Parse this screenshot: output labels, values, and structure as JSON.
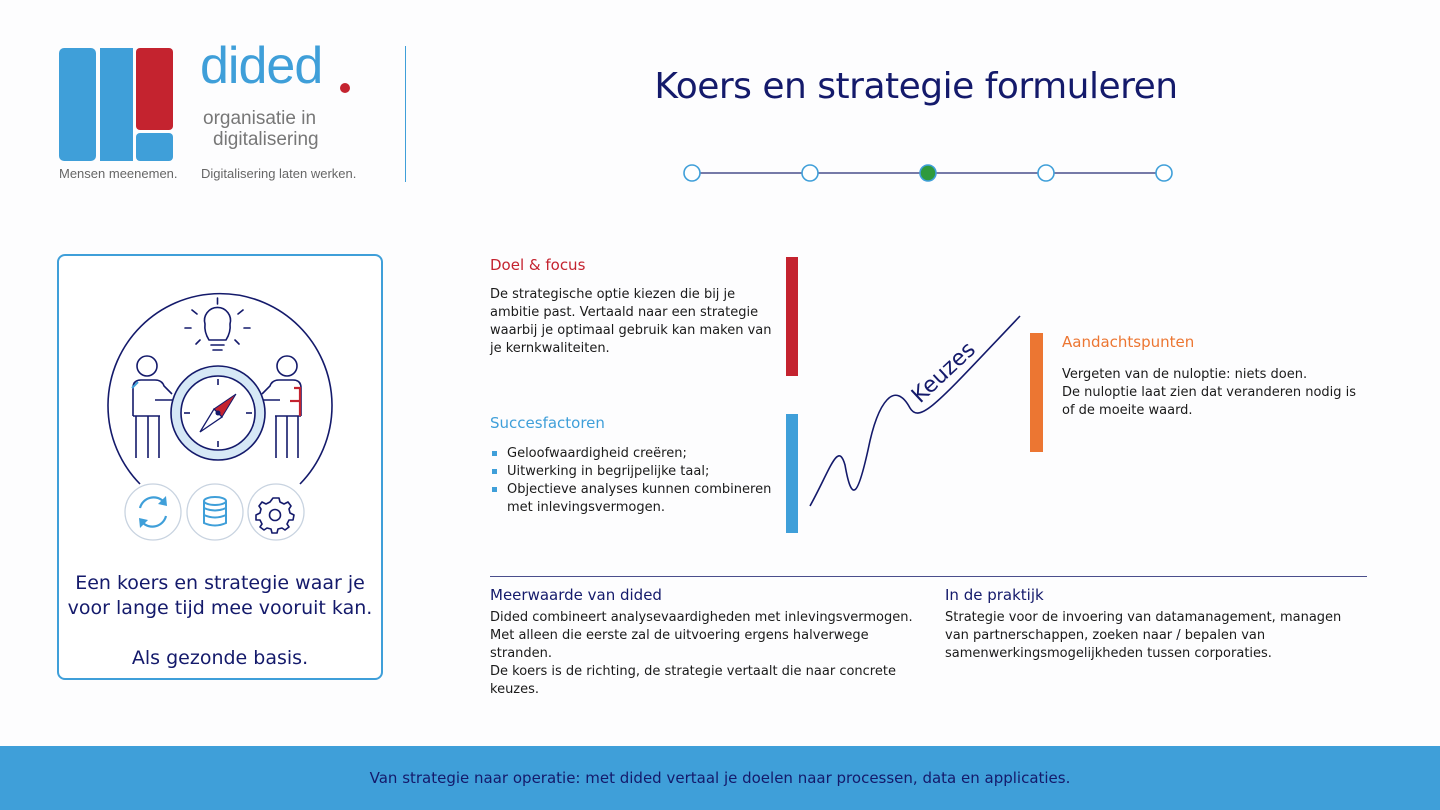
{
  "logo": {
    "wordmark": "dided",
    "subtitle_line1": "organisatie in",
    "subtitle_line2": "digitalisering",
    "tagline_left": "Mensen meenemen.",
    "tagline_right": "Digitalisering laten werken.",
    "colors": {
      "blue": "#3f9fd9",
      "red": "#c4232f"
    }
  },
  "header": {
    "title": "Koers en strategie formuleren"
  },
  "stepper": {
    "total_steps": 5,
    "active_step": 3,
    "active_color": "#2e9a3c",
    "line_color": "#4a4e8c"
  },
  "card": {
    "icons": [
      "lightbulb-icon",
      "compass-icon",
      "person-icon",
      "refresh-icon",
      "database-icon",
      "gear-icon"
    ],
    "text_line1": "Een koers en strategie waar je voor lange tijd mee vooruit kan.",
    "text_line2": "Als gezonde basis."
  },
  "sections": {
    "doel": {
      "title": "Doel & focus",
      "body": "De strategische optie kiezen die bij je ambitie past. Vertaald naar een strategie waarbij je optimaal gebruik kan maken van je kernkwaliteiten.",
      "color": "#c4232f"
    },
    "succes": {
      "title": "Succesfactoren",
      "items": [
        "Geloofwaardigheid creëren;",
        "Uitwerking in begrijpelijke taal;",
        "Objectieve analyses kunnen combineren met inlevingsvermogen."
      ],
      "color": "#3f9fd9"
    },
    "keuzes": {
      "label": "Keuzes"
    },
    "aandacht": {
      "title": "Aandachtspunten",
      "body_line1": "Vergeten van de nuloptie: niets doen.",
      "body_line2": "De nuloptie laat zien dat veranderen nodig is of de moeite waard.",
      "color": "#ec7632"
    },
    "meerwaarde": {
      "title": "Meerwaarde van dided",
      "body_line1": "Dided combineert analysevaardigheden met inlevingsvermogen. Met alleen die eerste zal de uitvoering ergens halverwege stranden.",
      "body_line2": "De koers is de richting, de strategie vertaalt die naar concrete keuzes."
    },
    "praktijk": {
      "title": "In de praktijk",
      "body": "Strategie voor de invoering van datamanagement, managen van partnerschappen, zoeken naar / bepalen van samenwerkingsmogelijkheden tussen corporaties."
    }
  },
  "footer": {
    "text": "Van strategie naar operatie: met dided vertaal je doelen naar processen, data en applicaties."
  }
}
